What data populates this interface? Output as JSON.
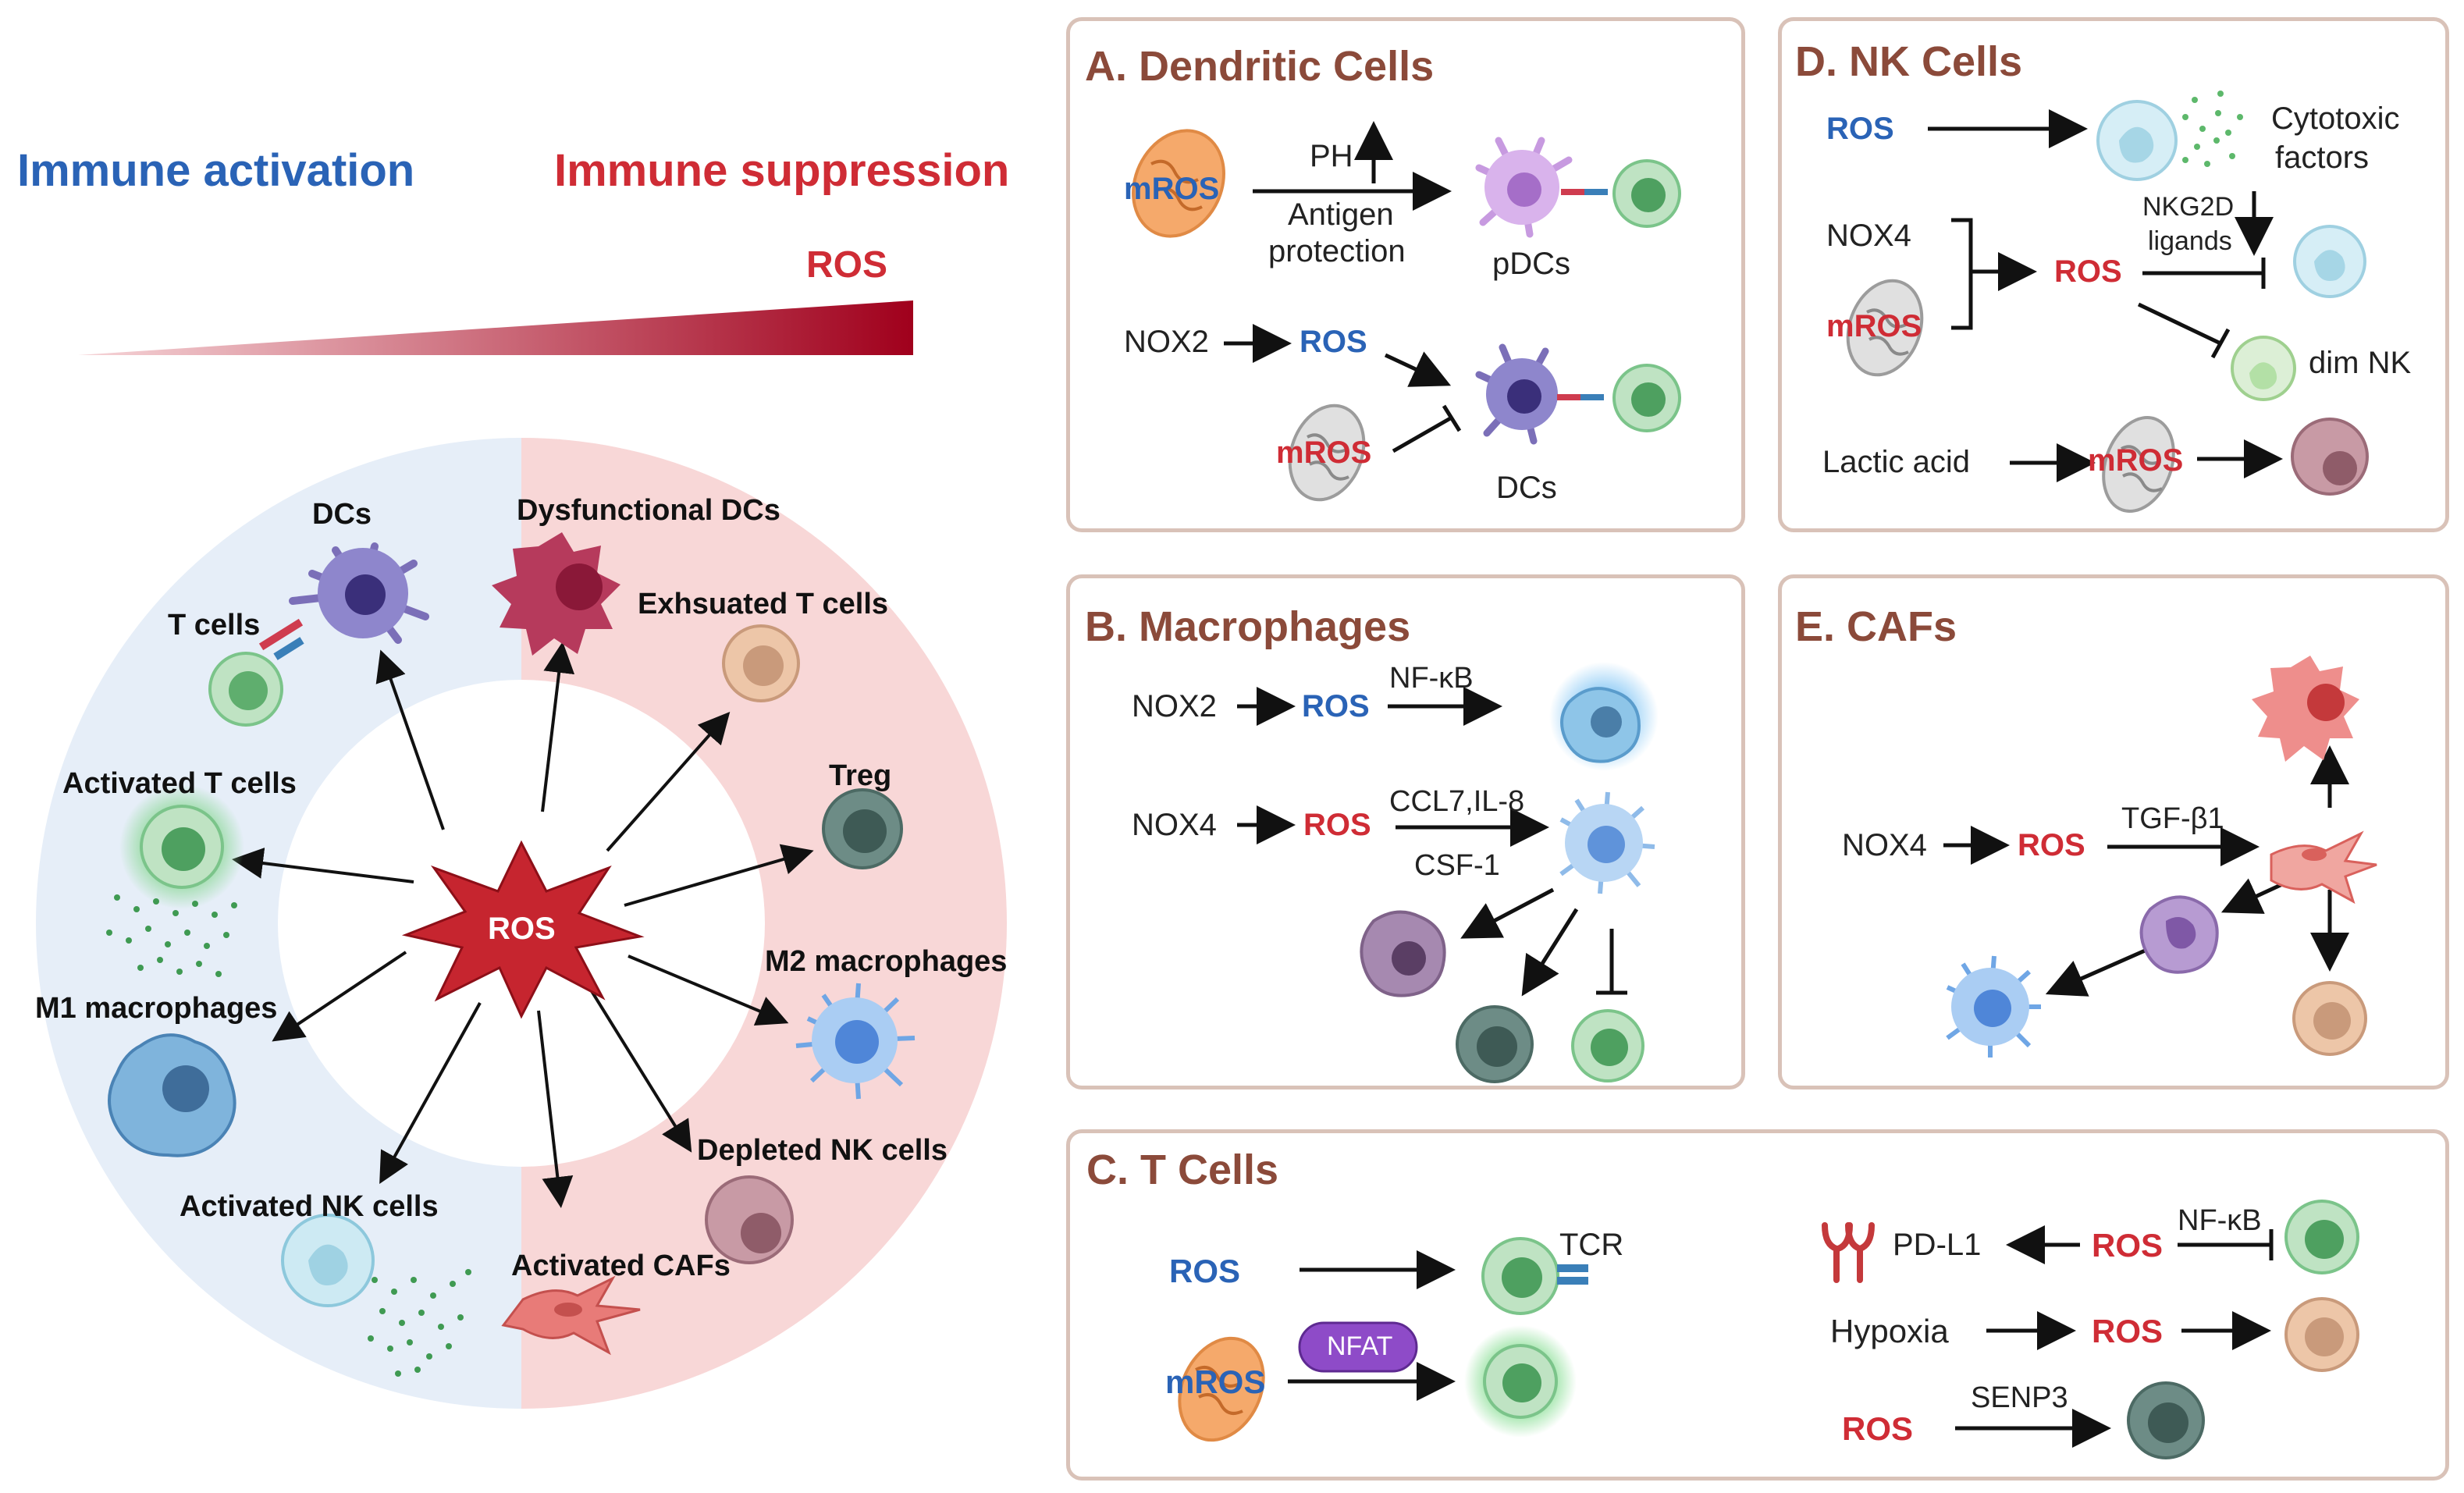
{
  "left": {
    "activation_label": "Immune activation",
    "suppression_label": "Immune suppression",
    "gradient_label": "ROS",
    "center_label": "ROS",
    "cells": {
      "dcs": "DCs",
      "t_cells": "T cells",
      "activated_t": "Activated T cells",
      "m1": "M1 macrophages",
      "activated_nk": "Activated NK cells",
      "dysfunctional_dcs": "Dysfunctional DCs",
      "exhausted_t": "Exhsuated T cells",
      "treg": "Treg",
      "m2": "M2 macrophages",
      "depleted_nk": "Depleted NK cells",
      "activated_cafs": "Activated CAFs"
    }
  },
  "panelA": {
    "title": "A. Dendritic Cells",
    "mros1": "mROS",
    "ph": "PH",
    "antigen1": "Antigen",
    "antigen2": "protection",
    "pdcs": "pDCs",
    "nox2": "NOX2",
    "ros": "ROS",
    "mros2": "mROS",
    "dcs": "DCs"
  },
  "panelB": {
    "title": "B. Macrophages",
    "nox2": "NOX2",
    "ros1": "ROS",
    "nfkb": "NF-κB",
    "nox4": "NOX4",
    "ros2": "ROS",
    "ccl": "CCL7,IL-8",
    "csf": "CSF-1"
  },
  "panelC": {
    "title": "C. T Cells",
    "ros1": "ROS",
    "tcr": "TCR",
    "nfat": "NFAT",
    "mros": "mROS",
    "pdl1": "PD-L1",
    "ros2": "ROS",
    "nfkb": "NF-κB",
    "hypoxia": "Hypoxia",
    "ros3": "ROS",
    "ros4": "ROS",
    "senp3": "SENP3"
  },
  "panelD": {
    "title": "D. NK Cells",
    "ros1": "ROS",
    "cytotoxic1": "Cytotoxic",
    "cytotoxic2": "factors",
    "nox4": "NOX4",
    "nkg2d1": "NKG2D",
    "nkg2d2": "ligands",
    "ros2": "ROS",
    "mros1": "mROS",
    "dimnk": "dim NK",
    "lactic": "Lactic acid",
    "mros2": "mROS"
  },
  "panelE": {
    "title": "E. CAFs",
    "nox4": "NOX4",
    "ros": "ROS",
    "tgf": "TGF-β1"
  }
}
